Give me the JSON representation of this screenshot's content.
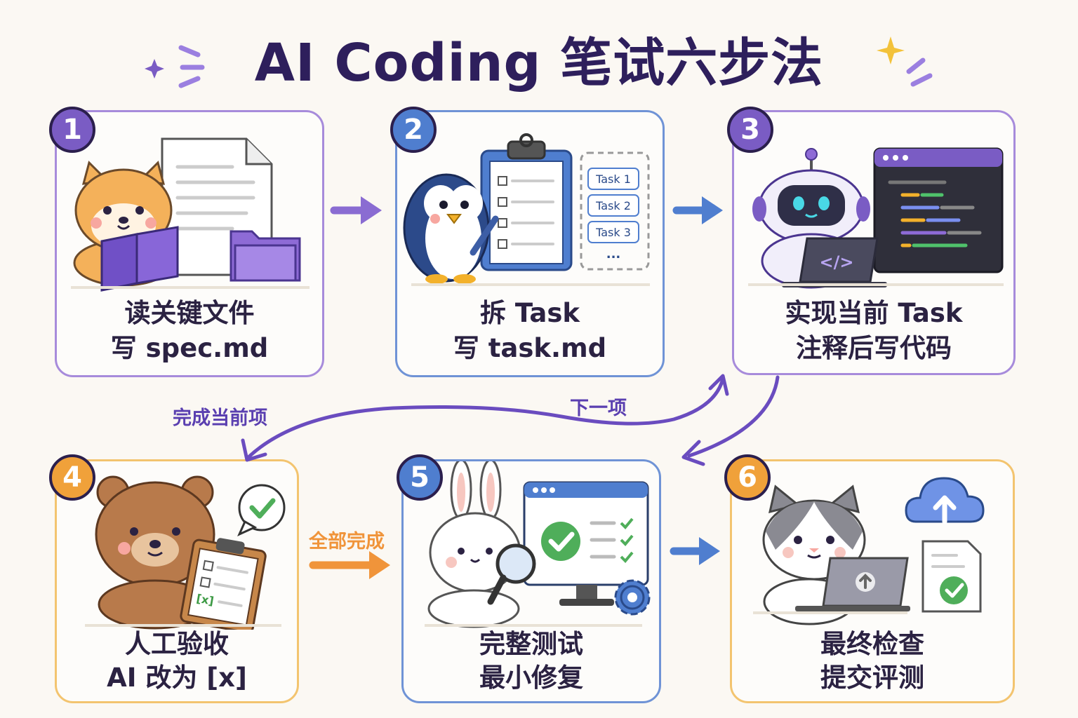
{
  "title": "AI Coding 笔试六步法",
  "steps": [
    {
      "number": "1",
      "line1": "读关键文件",
      "line2": "写 spec.md"
    },
    {
      "number": "2",
      "line1": "拆 Task",
      "line2": "写 task.md",
      "tasks": [
        "Task 1",
        "Task 2",
        "Task 3"
      ],
      "more": "..."
    },
    {
      "number": "3",
      "line1": "实现当前 Task",
      "line2": "注释后写代码"
    },
    {
      "number": "4",
      "line1": "人工验收",
      "line2": "AI 改为 [x]",
      "checkbox": "[x]"
    },
    {
      "number": "5",
      "line1": "完整测试",
      "line2": "最小修复"
    },
    {
      "number": "6",
      "line1": "最终检查",
      "line2": "提交评测"
    }
  ],
  "flow": {
    "next_item": "下一项",
    "complete_current": "完成当前项",
    "all_done": "全部完成"
  },
  "colors": {
    "purple": "#7a5cc4",
    "blue": "#4f7ecf",
    "orange": "#f0a13a",
    "title": "#2e1f5c"
  }
}
